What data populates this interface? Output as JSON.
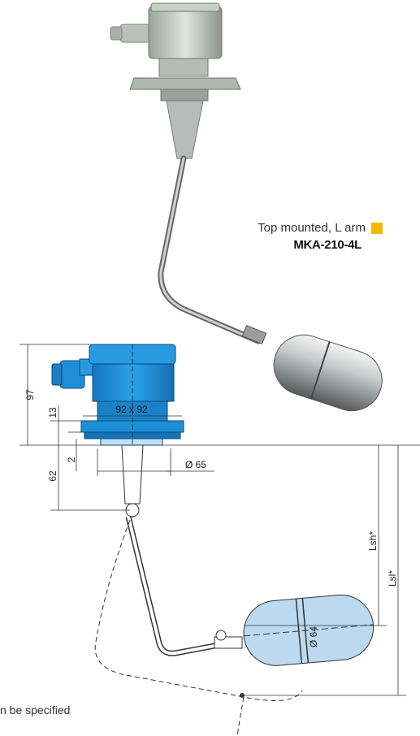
{
  "caption": {
    "mount_label": "Top mounted, L arm",
    "model": "MKA-210-4L",
    "swatch_color": "#f5b800"
  },
  "dimensions": {
    "height_total": "97",
    "height_upper": "13",
    "flange_thickness": "2",
    "stem_length": "62",
    "housing_size": "92 x 92",
    "flange_diameter": "Ø 65",
    "float_diameter": "Ø 64",
    "switch_high": "Lsh*",
    "switch_low": "Lsl*"
  },
  "footnote": "n be specified",
  "colors": {
    "housing_blue": "#1e8fd6",
    "float_blue": "#bcd9ef",
    "rod": "#555555"
  }
}
